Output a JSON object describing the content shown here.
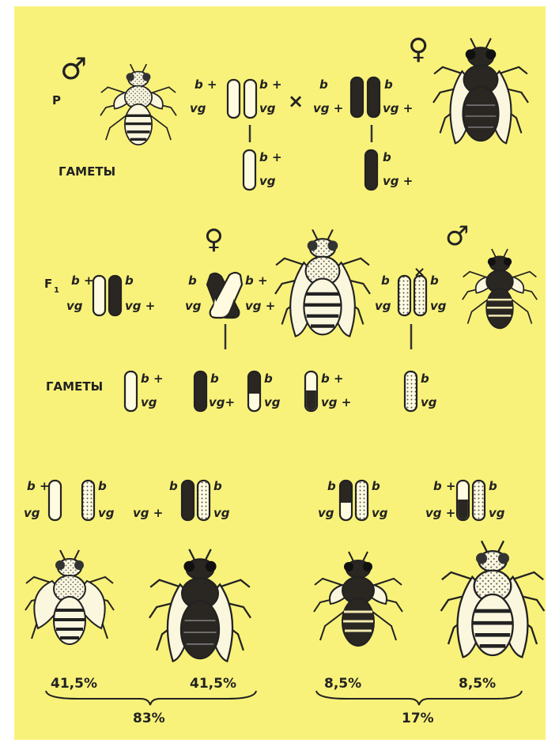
{
  "labels": {
    "p": "P",
    "gametes": "ГАМЕТЫ",
    "f1": "F",
    "f1_sub": "1",
    "cross": "×"
  },
  "sex": {
    "male": "♂",
    "female": "♀"
  },
  "alleles": {
    "b_plus": "b +",
    "b": "b",
    "vg": "vg",
    "vg_plus": "vg +",
    "b_plus_short": "b+",
    "vg_plus_short": "vg+"
  },
  "offspring": {
    "pct1": "41,5%",
    "pct2": "41,5%",
    "pct3": "8,5%",
    "pct4": "8,5%",
    "group1": "83%",
    "group2": "17%"
  },
  "colors": {
    "background": "#f9f27a",
    "ink": "#222222"
  }
}
